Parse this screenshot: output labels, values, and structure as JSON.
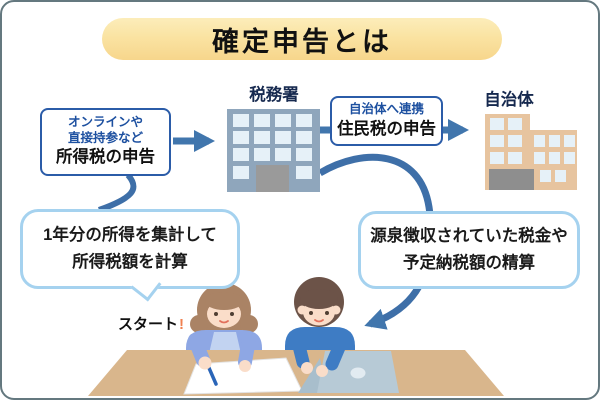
{
  "banner": {
    "title": "確定申告とは"
  },
  "flow": {
    "income_box": {
      "note1": "オンラインや",
      "note2": "直接持参など",
      "label": "所得税の申告"
    },
    "tax_office": {
      "label": "税務署"
    },
    "resident_box": {
      "note": "自治体へ連携",
      "label": "住民税の申告"
    },
    "municipality": {
      "label": "自治体"
    }
  },
  "bubbles": {
    "left": {
      "line1": "1年分の所得を集計して",
      "line2": "所得税額を計算"
    },
    "right": {
      "line1": "源泉徴収されていた税金や",
      "line2": "予定納税額の精算"
    }
  },
  "start": {
    "label": "スタート",
    "mark": "!"
  },
  "colors": {
    "arrow_blue": "#4176AD",
    "box_border_blue": "#2B5CA8",
    "note_text_blue": "#1D50A0",
    "label_navy": "#16294F",
    "bubble_border": "#A5D2EF",
    "banner_yellow_top": "#FCEDBA",
    "banner_yellow_bottom": "#F7D68C",
    "tax_office_building": "#8FA6BC",
    "municipality_building": "#E7C49F",
    "window_blue": "#E6F1F8",
    "door_gray": "#9A9A9A",
    "desk_tan": "#D9B68C",
    "start_mark_orange": "#F08050",
    "frame_border": "#64787F"
  }
}
